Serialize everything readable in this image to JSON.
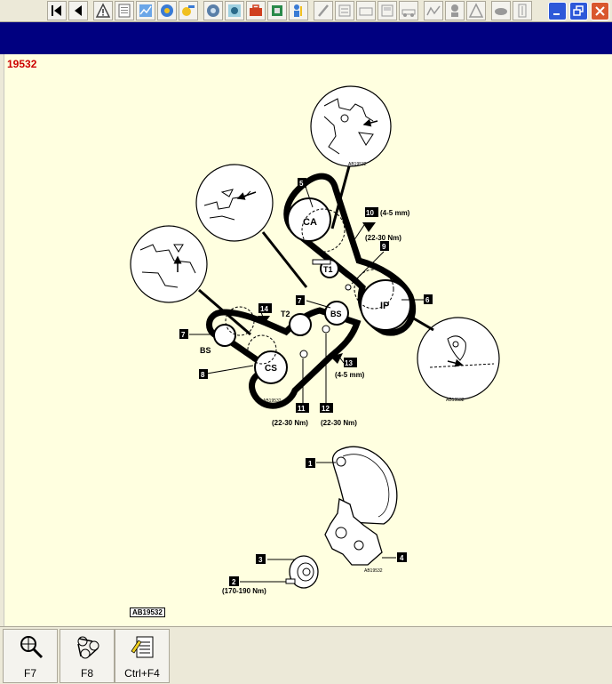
{
  "toolbar": {
    "buttons": [
      "first-page-icon",
      "previous-page-icon",
      "warning-icon",
      "document-icon",
      "chart-icon",
      "gear-globe-icon",
      "tools-icon",
      "settings-icon",
      "parts-icon",
      "toolbox-icon",
      "component-icon",
      "wrench-person-icon",
      "brush-icon",
      "list-icon",
      "tray-icon",
      "print-preview-icon",
      "vehicle-icon",
      "wiring-icon",
      "person-icon",
      "hazard-icon",
      "car-icon",
      "fuse-icon"
    ],
    "window_controls": [
      "minimize-icon",
      "restore-icon",
      "close-icon"
    ]
  },
  "document": {
    "number": "19532",
    "ref_label": "AB19532",
    "colors": {
      "background": "#ffffe0",
      "number": "#cc0000",
      "band": "#000080"
    }
  },
  "diagram": {
    "pulleys": {
      "ca": "CA",
      "ip": "IP",
      "t1": "T1",
      "t2": "T2",
      "bs_upper": "BS",
      "bs_lower": "BS",
      "cs": "CS"
    },
    "callouts": {
      "c1": "1",
      "c2": "2",
      "c3": "3",
      "c4": "4",
      "c5": "5",
      "c6": "6",
      "c7a": "7",
      "c7b": "7",
      "c8": "8",
      "c9": "9",
      "c10": "10",
      "c11": "11",
      "c12": "12",
      "c13": "13",
      "c14": "14"
    },
    "specs": {
      "s10": "(4-5 mm)",
      "s_2230_top": "(22-30 Nm)",
      "s13": "(4-5 mm)",
      "s11": "(22-30 Nm)",
      "s12": "(22-30 Nm)",
      "s2": "(170-190 Nm)"
    },
    "detail_refs": {
      "r1": "AB19532",
      "r2": "AB19532",
      "r3": "AB19532",
      "r4": "AB19532",
      "r5": "AB19532"
    }
  },
  "fkeys": [
    {
      "label": "F7",
      "icon": "magnifier-icon"
    },
    {
      "label": "F8",
      "icon": "belt-diagram-icon"
    },
    {
      "label": "Ctrl+F4",
      "icon": "notepad-icon"
    }
  ]
}
